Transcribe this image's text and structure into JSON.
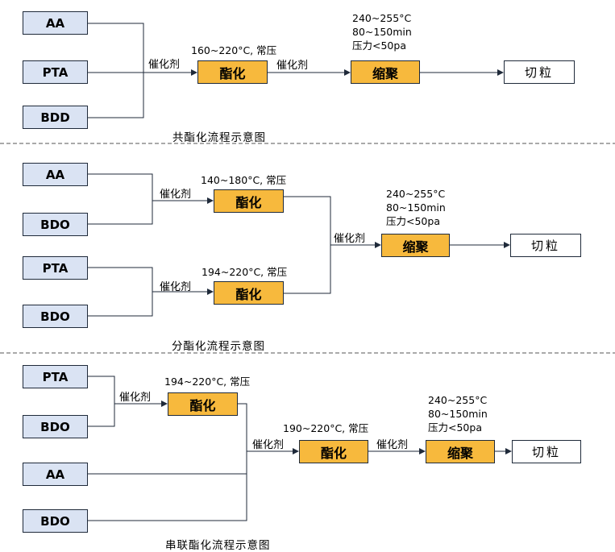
{
  "diagram1": {
    "inputs": [
      "AA",
      "PTA",
      "BDD"
    ],
    "catalyst1": "催化剂",
    "condition": "160~220°C, 常压",
    "process1": "酯化",
    "catalyst2": "催化剂",
    "poly_conditions": [
      "240~255°C",
      "80~150min",
      "压力<50pa"
    ],
    "process2": "缩聚",
    "output": "切粒",
    "title": "共酯化流程示意图"
  },
  "diagram2": {
    "inputs": [
      "AA",
      "BDO",
      "PTA",
      "BDO"
    ],
    "catalyst_top": "催化剂",
    "condition_top": "140~180°C, 常压",
    "process_top": "酯化",
    "catalyst_bottom": "催化剂",
    "condition_bottom": "194~220°C, 常压",
    "process_bottom": "酯化",
    "catalyst_merge": "催化剂",
    "poly_conditions": [
      "240~255°C",
      "80~150min",
      "压力<50pa"
    ],
    "process_poly": "缩聚",
    "output": "切粒",
    "title": "分酯化流程示意图"
  },
  "diagram3": {
    "inputs": [
      "PTA",
      "BDO",
      "AA",
      "BDO"
    ],
    "catalyst1": "催化剂",
    "condition1": "194~220°C, 常压",
    "process1": "酯化",
    "catalyst2": "催化剂",
    "condition2": "190~220°C, 常压",
    "process2": "酯化",
    "catalyst3": "催化剂",
    "poly_conditions": [
      "240~255°C",
      "80~150min",
      "压力<50pa"
    ],
    "process3": "缩聚",
    "output": "切粒",
    "title": "串联酯化流程示意图"
  },
  "colors": {
    "input_fill": "#dae3f3",
    "process_fill": "#f7b93d",
    "output_fill": "#ffffff",
    "line": "#1f2a3a"
  }
}
